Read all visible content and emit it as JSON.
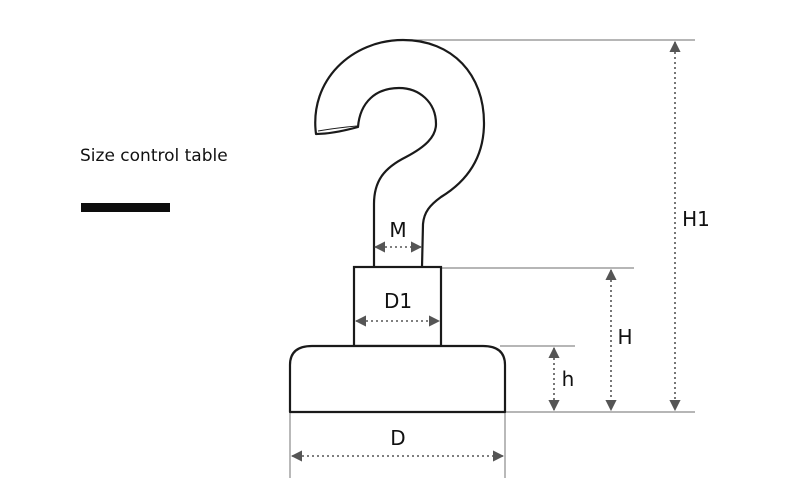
{
  "side_label": "Size control table",
  "dimensions": {
    "M": "M",
    "D1": "D1",
    "D": "D",
    "h": "h",
    "H": "H",
    "H1": "H1"
  },
  "colors": {
    "outline": "#1a1a1a",
    "dimension_line": "#8a8a8a",
    "dotted_arrow": "#555555",
    "accent_bar": "#0d0d0d"
  }
}
